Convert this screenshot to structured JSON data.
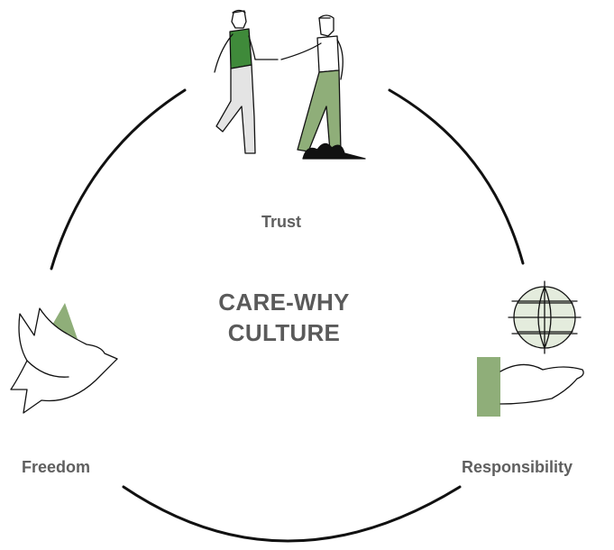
{
  "diagram": {
    "center_title_line1": "CARE-WHY",
    "center_title_line2": "CULTURE",
    "nodes": [
      {
        "label": "Trust",
        "icon": "handshake-icon"
      },
      {
        "label": "Freedom",
        "icon": "dove-icon"
      },
      {
        "label": "Responsibility",
        "icon": "globe-in-hand-icon"
      }
    ]
  },
  "colors": {
    "accent_green": "#8fae79",
    "accent_dark_green": "#3f8a3a",
    "line": "#111111",
    "text": "#5a5a5a",
    "globe_fill": "#e4ecdd"
  }
}
